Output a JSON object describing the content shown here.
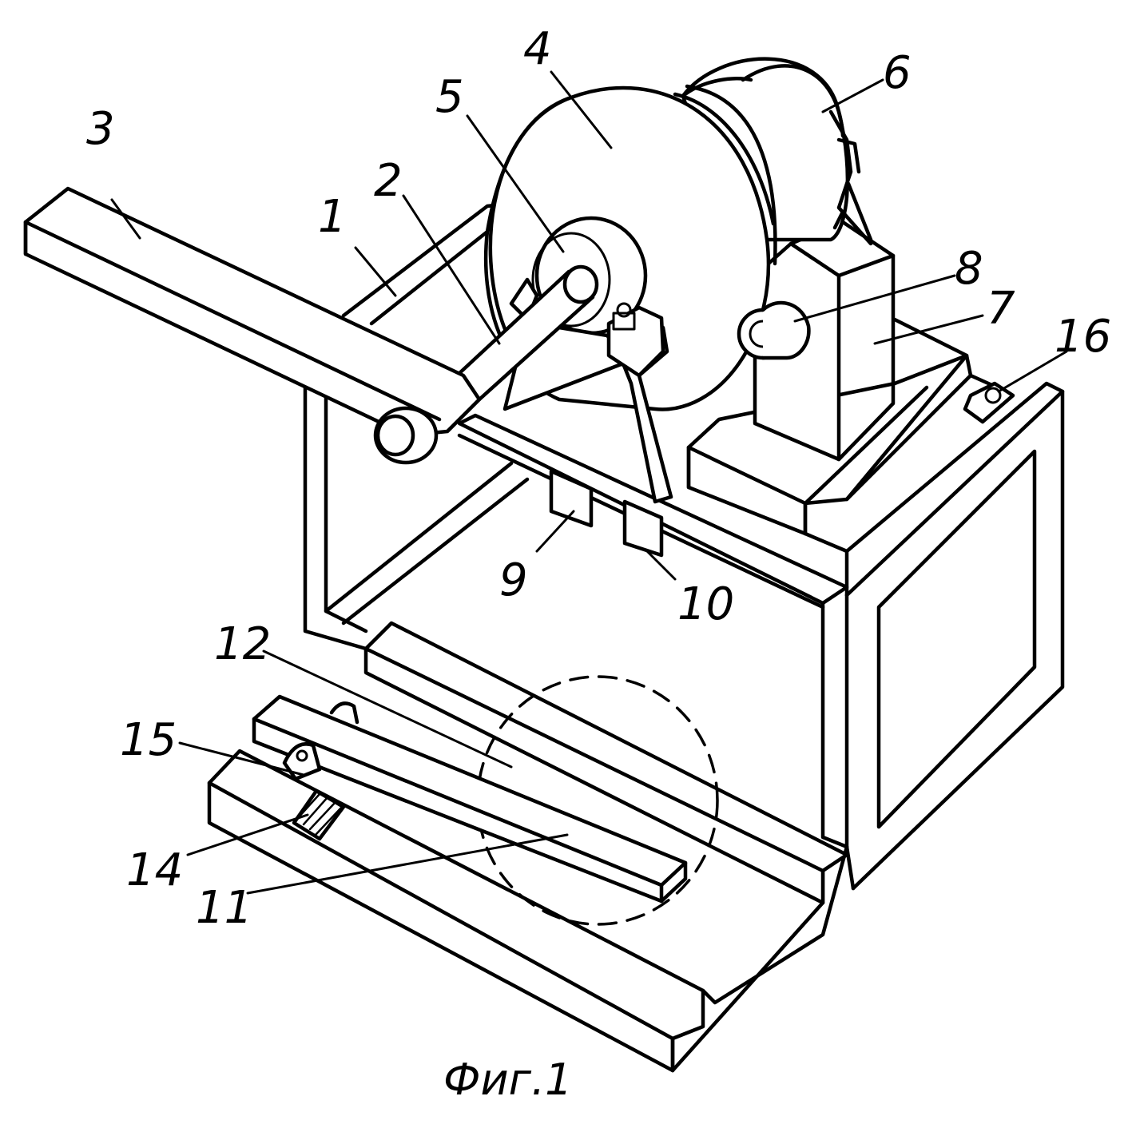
{
  "caption": "Фиг.1",
  "labels": {
    "l1": "1",
    "l2": "2",
    "l3": "3",
    "l4": "4",
    "l5": "5",
    "l6": "6",
    "l7": "7",
    "l8": "8",
    "l9": "9",
    "l10": "10",
    "l11": "11",
    "l12": "12",
    "l14": "14",
    "l15": "15",
    "l16": "16"
  }
}
